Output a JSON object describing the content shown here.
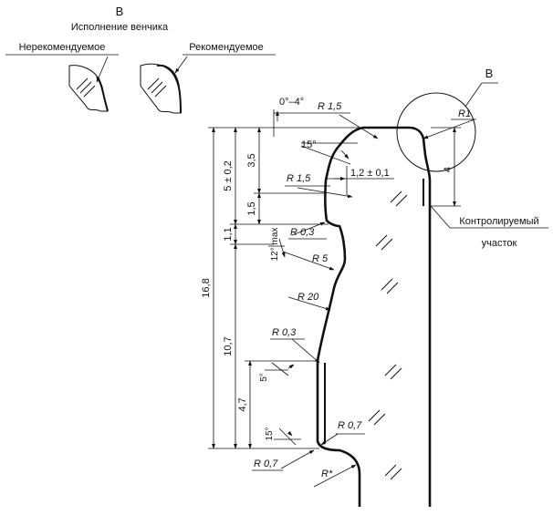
{
  "detail": {
    "letter": "B",
    "title": "Исполнение венчика",
    "not_recommended": "Нерекомендуемое",
    "recommended": "Рекомендуемое"
  },
  "callout": {
    "letter": "B",
    "radius": "R1",
    "height": "4",
    "label_line1": "Контролируемый",
    "label_line2": "участок"
  },
  "dimensions": {
    "total_height": "16,8",
    "rim_height": "5 ± 0,2",
    "d_3_5": "3,5",
    "d_1_5": "1,5",
    "d_1_1": "1,1",
    "d_10_7": "10,7",
    "d_4_7": "4,7",
    "thickness": "1,2 ± 0,1",
    "slope": "0°–4°",
    "angle_15_top": "15°",
    "angle_12": "12° max",
    "angle_5": "5°",
    "angle_15_bottom": "15°"
  },
  "radii": {
    "r_top": "R 1,5",
    "r_1_5": "R 1,5",
    "r_0_3_a": "R 0,3",
    "r_5": "R 5",
    "r_20": "R 20",
    "r_0_3_b": "R 0,3",
    "r_0_7_a": "R 0,7",
    "r_0_7_b": "R 0,7",
    "r_star": "R*"
  }
}
